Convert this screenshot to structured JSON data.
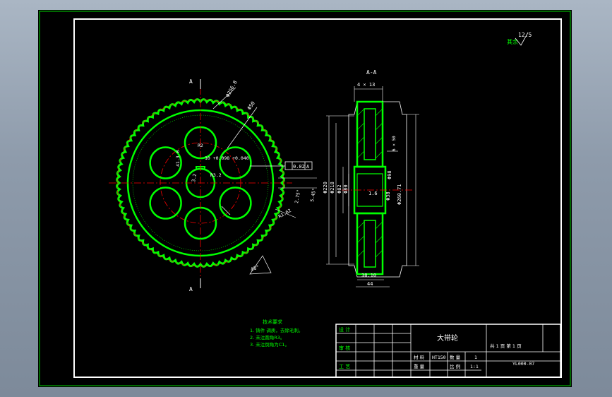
{
  "drawing": {
    "section_label": "A-A",
    "section_mark": "A",
    "roughness_note": "其余",
    "roughness_value": "12.5",
    "dims_front": {
      "d_tip": "Φ256.8",
      "d_hole": "Φ50",
      "keyway_w": "10 +0.098 +0.040",
      "key_depth": "41.3 0",
      "r1": "R2",
      "r2": "R3.2",
      "tol": "0.02",
      "datum": "A",
      "a1": "2.75°",
      "a2": "5.45°",
      "angle40": "40°",
      "r_small": "R1.62",
      "chamfer": "3.2"
    },
    "dims_section": {
      "width_top": "4 × 13",
      "d220": "Φ220",
      "d218": "Φ218",
      "d82": "Φ82",
      "d80": "Φ80",
      "d_pitch": "Φ98",
      "hub_r": "1.6",
      "bore": "Φ38",
      "d_outer": "Φ260.71",
      "w_mid": "6 × 50",
      "w_bottom": "38.10",
      "w_total": "44"
    },
    "notes": {
      "title": "技术要求",
      "items": [
        "1. 铸件 调质，去除毛刺。",
        "2. 未注圆角R3。",
        "3. 未注倒角为C1。"
      ]
    },
    "title_block": {
      "design_label": "设 计",
      "review_label": "审 核",
      "process_label": "工 艺",
      "part_name": "大带轮",
      "material_label": "材 料",
      "material_value": "HT150",
      "quantity_label": "数 量",
      "quantity_value": "1",
      "weight_label": "重 量",
      "scale_label": "比 例",
      "scale_value": "1:1",
      "sheets_label": "共   1   页  第   1   页",
      "drawing_no": "YL000-07"
    }
  }
}
